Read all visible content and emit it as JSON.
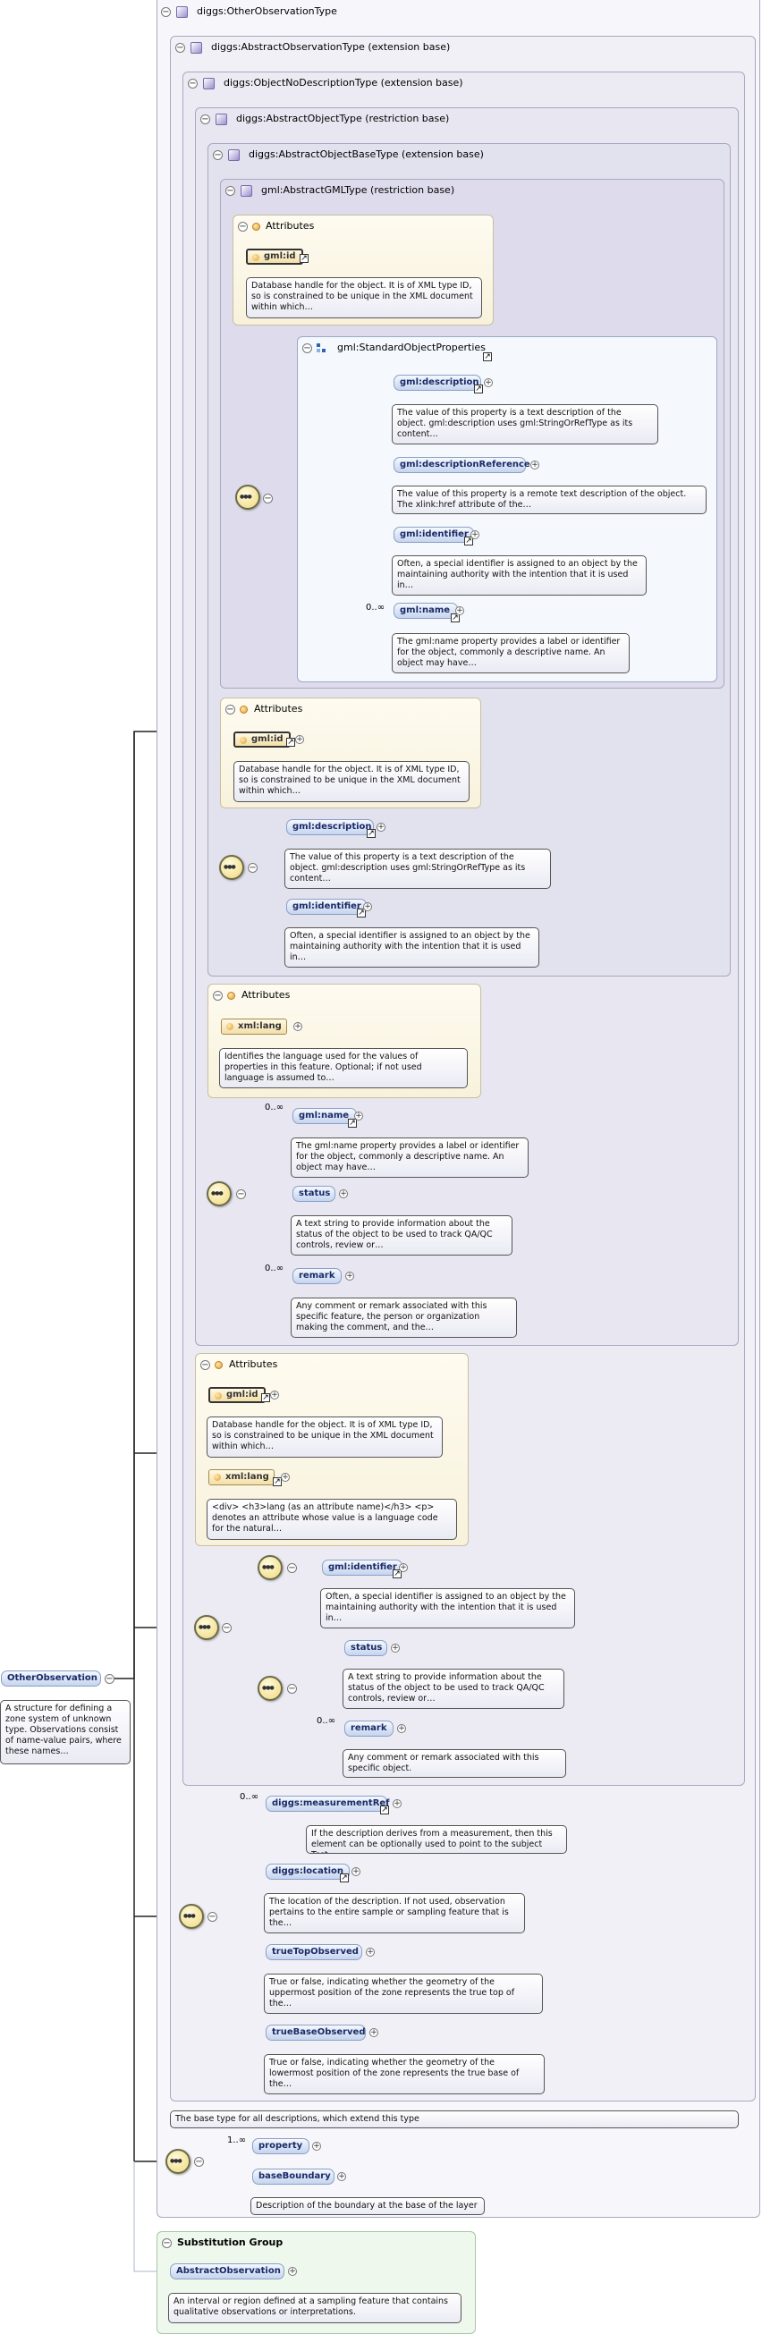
{
  "root": {
    "type_name": "diggs:OtherObservationType",
    "element": "OtherObservation",
    "element_doc": "A structure for defining a zone system of unknown type. Observations consist of name-value pairs, where these names…"
  },
  "types": {
    "abstract_observation": "diggs:AbstractObservationType (extension base)",
    "object_no_description": "diggs:ObjectNoDescriptionType (extension base)",
    "abstract_object": "diggs:AbstractObjectType (restriction base)",
    "abstract_object_base": "diggs:AbstractObjectBaseType (extension base)",
    "abstract_gml": "gml:AbstractGMLType (restriction base)",
    "base_doc": "The base type for all descriptions, which extend this type"
  },
  "labels": {
    "attributes": "Attributes",
    "std_props": "gml:StandardObjectProperties",
    "subst_group": "Substitution Group"
  },
  "names": {
    "gml_id": "gml:id",
    "gml_description": "gml:description",
    "gml_description_ref": "gml:descriptionReference",
    "gml_identifier": "gml:identifier",
    "gml_name": "gml:name",
    "xml_lang": "xml:lang",
    "status": "status",
    "remark": "remark",
    "measurement_ref": "diggs:measurementRef",
    "location": "diggs:location",
    "true_top": "trueTopObserved",
    "true_base": "trueBaseObserved",
    "property": "property",
    "base_boundary": "baseBoundary",
    "abstract_observation": "AbstractObservation"
  },
  "docs": {
    "gml_id": "Database handle for the object. It is of XML type ID, so is constrained to be unique in the XML document within which…",
    "gml_description": "The value of this property is a text description of the object. gml:description uses gml:StringOrRefType as its content…",
    "gml_description_ref": "The value of this property is a remote text description of the object. The xlink:href attribute of the…",
    "gml_identifier": "Often, a special identifier is assigned to an object by the maintaining authority with the intention that it is used in…",
    "gml_name": "The gml:name property provides a label or identifier for the object, commonly a descriptive name. An object may have…",
    "xml_lang_1": "Identifies the language used for the values of properties in this feature. Optional; if not used language is assumed to…",
    "status_1": "A text string to provide information about the status of the object to be used to track QA/QC controls, review or…",
    "remark_1": "Any comment or remark associated with this specific feature, the person or organization making the comment, and the…",
    "xml_lang_2": "<div> <h3>lang (as an attribute name)</h3> <p> denotes an attribute whose value is a language code for the natural…",
    "remark_2": "Any comment or remark associated with this specific object.",
    "measurement_ref": "If the description derives from a measurement, then this element can be optionally used to point to the subject Test,…",
    "location": "The location of the description. If not used, observation pertains to the entire sample or sampling feature that is the…",
    "true_top": "True or false, indicating whether the geometry of the uppermost position of the zone represents the true top of the…",
    "true_base": "True or false, indicating whether the geometry of the lowermost position of the zone represents the true base of the…",
    "base_boundary": "Description of the boundary at the base of the layer",
    "abstract_observation": "An interval or region defined at a sampling feature that contains qualitative observations or interpretations."
  },
  "cardinality": {
    "zero_inf": "0..∞",
    "one_inf": "1..∞"
  },
  "symbols": {
    "collapse": "−",
    "expand": "+",
    "link": "↗"
  }
}
